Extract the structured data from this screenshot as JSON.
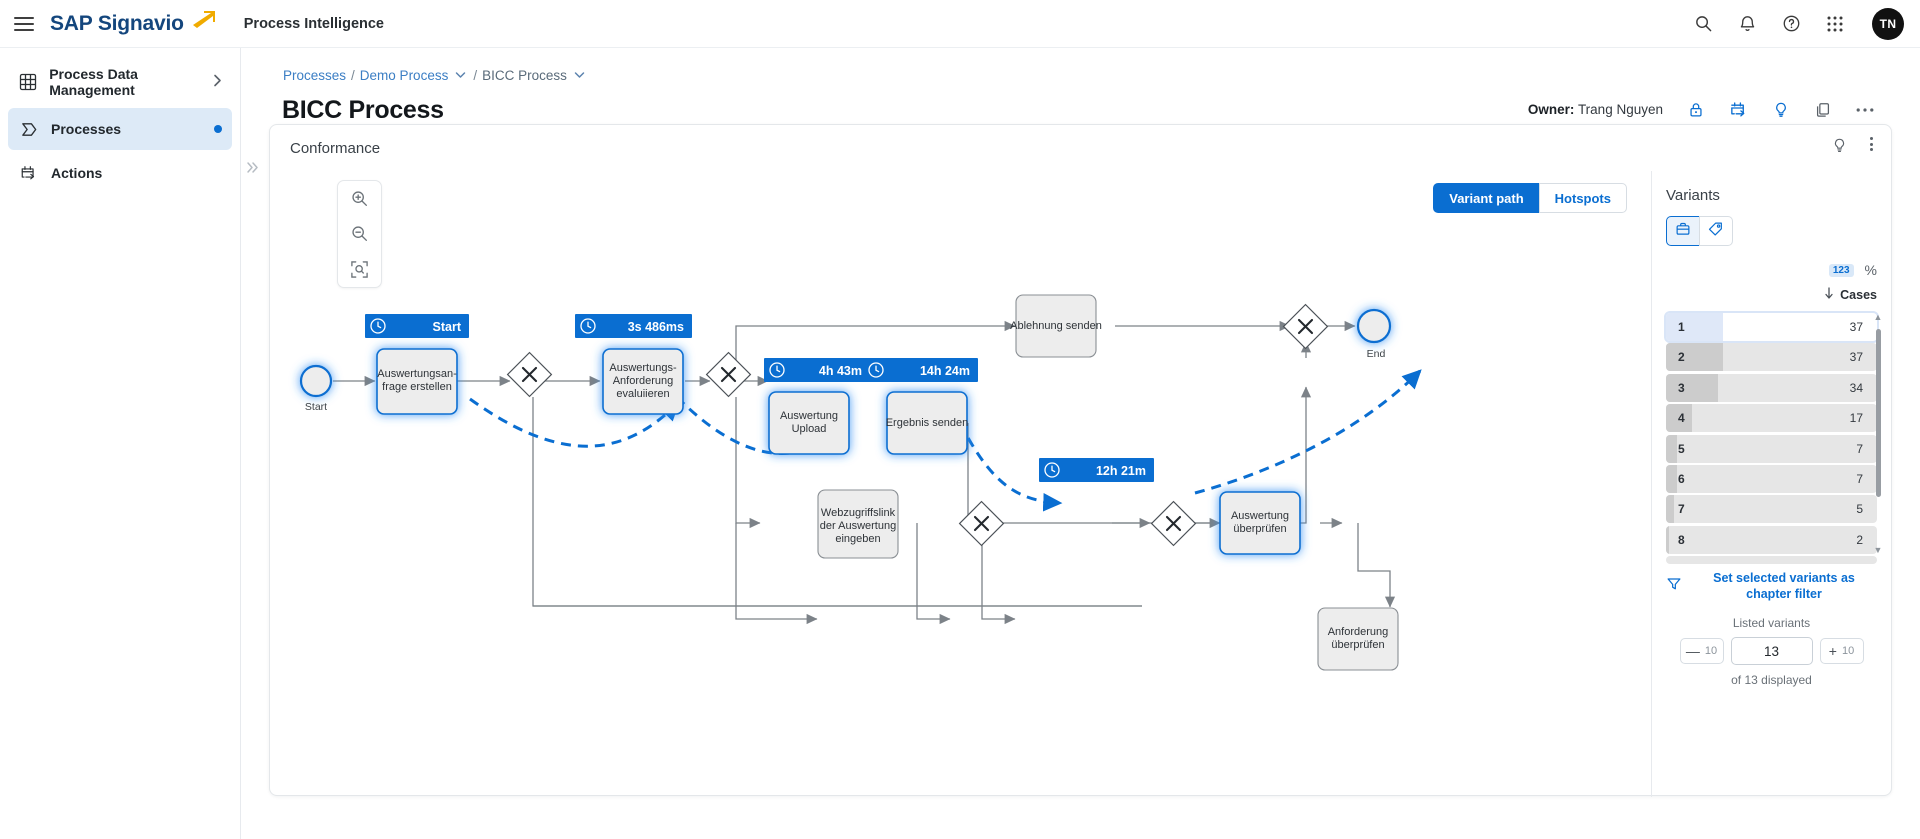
{
  "topbar": {
    "menu_icon": "hamburger-icon",
    "brand": "SAP Signavio",
    "app_title": "Process Intelligence",
    "icons": [
      "search-icon",
      "bell-icon",
      "help-icon",
      "app-grid-icon"
    ],
    "avatar_initials": "TN"
  },
  "sidebar": {
    "items": [
      {
        "label": "Process Data Management",
        "icon": "grid-icon",
        "trailing": "chevron-right-icon",
        "active": false
      },
      {
        "label": "Processes",
        "icon": "process-icon",
        "trailing": "dot-indicator",
        "active": true
      },
      {
        "label": "Actions",
        "icon": "calendar-arrow-icon",
        "trailing": "",
        "active": false
      }
    ],
    "collapse_icon": "chevron-double-right-icon"
  },
  "header": {
    "breadcrumb": {
      "root": "Processes",
      "sep1": "/",
      "parent": "Demo Process",
      "sep2": "/",
      "current": "BICC Process"
    },
    "page_title": "BICC Process",
    "owner_label": "Owner:",
    "owner_name": "Trang Nguyen",
    "icons": [
      "lock-icon",
      "calendar-arrow-icon",
      "lightbulb-icon",
      "copy-icon",
      "more-icon"
    ]
  },
  "card": {
    "title": "Conformance",
    "icons": [
      "lightbulb-icon",
      "kebab-menu-icon"
    ]
  },
  "diagram": {
    "zoom_controls": [
      "zoom-in-icon",
      "zoom-out-icon",
      "fit-to-screen-icon"
    ],
    "view_toggle": {
      "options": [
        "Variant path",
        "Hotspots"
      ],
      "selected": "Variant path"
    },
    "start_event_label": "Start",
    "end_event_label": "End",
    "nodes": [
      {
        "id": "t1",
        "label_line1": "Auswertungsan-",
        "label_line2": "frage erstellen",
        "highlighted": true
      },
      {
        "id": "t2",
        "label_line1": "Auswertungs-",
        "label_line2": "Anforderung",
        "label_line3": "evaluiieren",
        "highlighted": true
      },
      {
        "id": "t3",
        "label_line1": "Auswertung",
        "label_line2": "Upload",
        "highlighted": true
      },
      {
        "id": "t4",
        "label_line1": "Ergebnis senden",
        "highlighted": true
      },
      {
        "id": "t5",
        "label_line1": "Ablehnung senden",
        "highlighted": false
      },
      {
        "id": "t6",
        "label_line1": "Webzugriffslink",
        "label_line2": "der Auswertung",
        "label_line3": "eingeben",
        "highlighted": false
      },
      {
        "id": "t7",
        "label_line1": "Auswertung",
        "label_line2": "überprüfen",
        "highlighted": true
      },
      {
        "id": "t8",
        "label_line1": "Anforderung",
        "label_line2": "überprüfen",
        "highlighted": false
      }
    ],
    "duration_badges": [
      {
        "for": "t1",
        "text": "Start"
      },
      {
        "for": "t2",
        "text": "3s 486ms"
      },
      {
        "for": "t3",
        "text": "4h 43m"
      },
      {
        "for": "t4",
        "text": "14h 24m"
      },
      {
        "for": "t7",
        "text": "12h 21m"
      }
    ],
    "badge_icon": "clock-icon"
  },
  "variants": {
    "title": "Variants",
    "mode_buttons": [
      {
        "icon": "briefcase-icon",
        "selected": true
      },
      {
        "icon": "tag-icon",
        "selected": false
      }
    ],
    "unit_toggle": {
      "count_label": "123",
      "percent_label": "%",
      "selected": "123"
    },
    "sort": {
      "icon": "sort-desc-icon",
      "label": "Cases"
    },
    "rows": [
      {
        "index": "1",
        "cases": 37,
        "selected": true
      },
      {
        "index": "2",
        "cases": 37,
        "selected": false
      },
      {
        "index": "3",
        "cases": 34,
        "selected": false
      },
      {
        "index": "4",
        "cases": 17,
        "selected": false
      },
      {
        "index": "5",
        "cases": 7,
        "selected": false
      },
      {
        "index": "6",
        "cases": 7,
        "selected": false
      },
      {
        "index": "7",
        "cases": 5,
        "selected": false
      },
      {
        "index": "8",
        "cases": 2,
        "selected": false
      }
    ],
    "max_cases": 37,
    "scrollbar": {
      "up_icon": "caret-up-icon",
      "down_icon": "caret-down-icon"
    },
    "chapter_filter": {
      "icon": "funnel-icon",
      "label": "Set selected variants as chapter filter"
    },
    "listed_label": "Listed variants",
    "decrement": {
      "icon": "minus-icon",
      "step": "10"
    },
    "increment": {
      "icon": "plus-icon",
      "step": "10"
    },
    "listed_value": "13",
    "displayed_note": "of 13 displayed"
  },
  "colors": {
    "brand_blue": "#14467d",
    "accent_blue": "#0a6ed1",
    "link_blue": "#3b7ec4",
    "task_fill": "#ededed",
    "bar_grey": "#cccccc"
  }
}
